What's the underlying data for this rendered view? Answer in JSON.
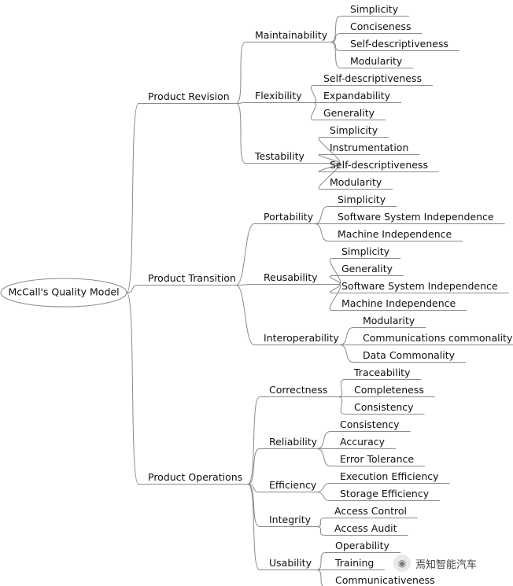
{
  "root": "McCall's Quality Model",
  "groups": [
    {
      "label": "Product Revision",
      "factors": [
        {
          "label": "Maintainability",
          "criteria": [
            "Simplicity",
            "Conciseness",
            "Self-descriptiveness",
            "Modularity"
          ]
        },
        {
          "label": "Flexibility",
          "criteria": [
            "Self-descriptiveness",
            "Expandability",
            "Generality"
          ]
        },
        {
          "label": "Testability",
          "criteria": [
            "Simplicity",
            "Instrumentation",
            "Self-descriptiveness",
            "Modularity"
          ]
        }
      ]
    },
    {
      "label": "Product Transition",
      "factors": [
        {
          "label": "Portability",
          "criteria": [
            "Simplicity",
            "Software System Independence",
            "Machine Independence"
          ]
        },
        {
          "label": "Reusability",
          "criteria": [
            "Simplicity",
            "Generality",
            "Software System Independence",
            "Machine Independence"
          ]
        },
        {
          "label": "Interoperability",
          "criteria": [
            "Modularity",
            "Communications commonality",
            "Data Commonality"
          ]
        }
      ]
    },
    {
      "label": "Product Operations",
      "factors": [
        {
          "label": "Correctness",
          "criteria": [
            "Traceability",
            "Completeness",
            "Consistency"
          ]
        },
        {
          "label": "Reliability",
          "criteria": [
            "Consistency",
            "Accuracy",
            "Error Tolerance"
          ]
        },
        {
          "label": "Efficiency",
          "criteria": [
            "Execution Efficiency",
            "Storage Efficiency"
          ]
        },
        {
          "label": "Integrity",
          "criteria": [
            "Access Control",
            "Access Audit"
          ]
        },
        {
          "label": "Usability",
          "criteria": [
            "Operability",
            "Training",
            "Communicativeness"
          ]
        }
      ]
    }
  ],
  "watermark": {
    "icon": "wechat-icon",
    "text": "焉知智能汽车"
  }
}
